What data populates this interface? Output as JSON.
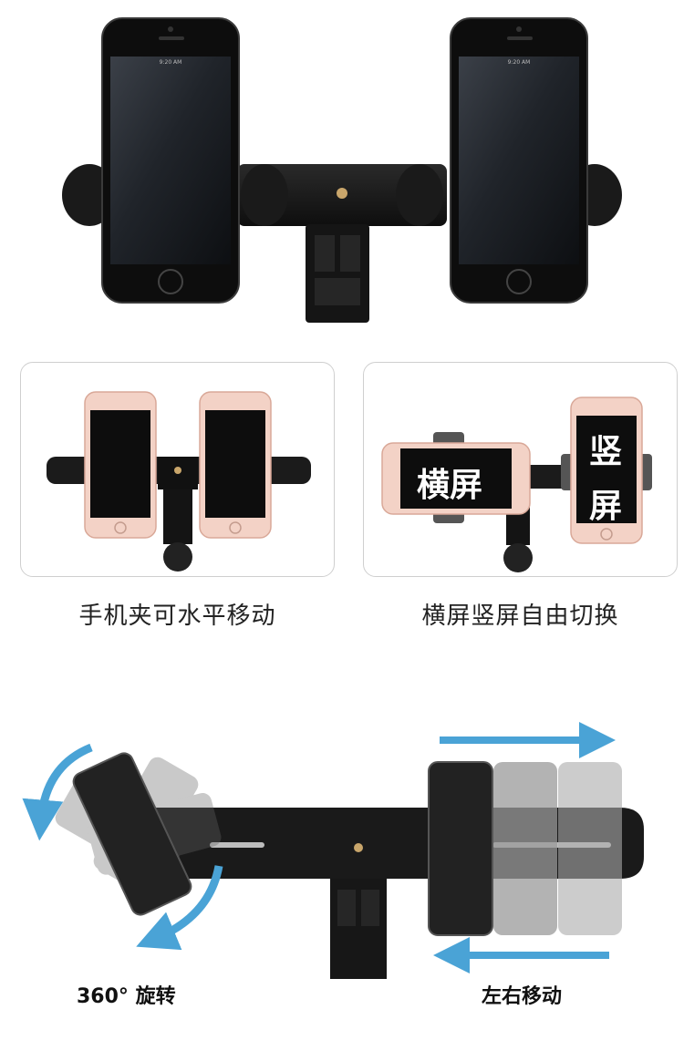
{
  "top_image": {
    "status_time_left": "9:20 AM",
    "status_time_right": "9:20 AM"
  },
  "panels": [
    {
      "caption": "手机夹可水平移动"
    },
    {
      "caption": "横屏竖屏自由切换",
      "label_landscape": "横屏",
      "label_portrait_1": "竖",
      "label_portrait_2": "屏"
    }
  ],
  "bottom_captions": {
    "rotate": "360° 旋转",
    "slide": "左右移动"
  },
  "colors": {
    "arrow_blue": "#4aa3d6",
    "metal_black": "#1c1c1c",
    "rose_gold": "#e9b7a6"
  }
}
